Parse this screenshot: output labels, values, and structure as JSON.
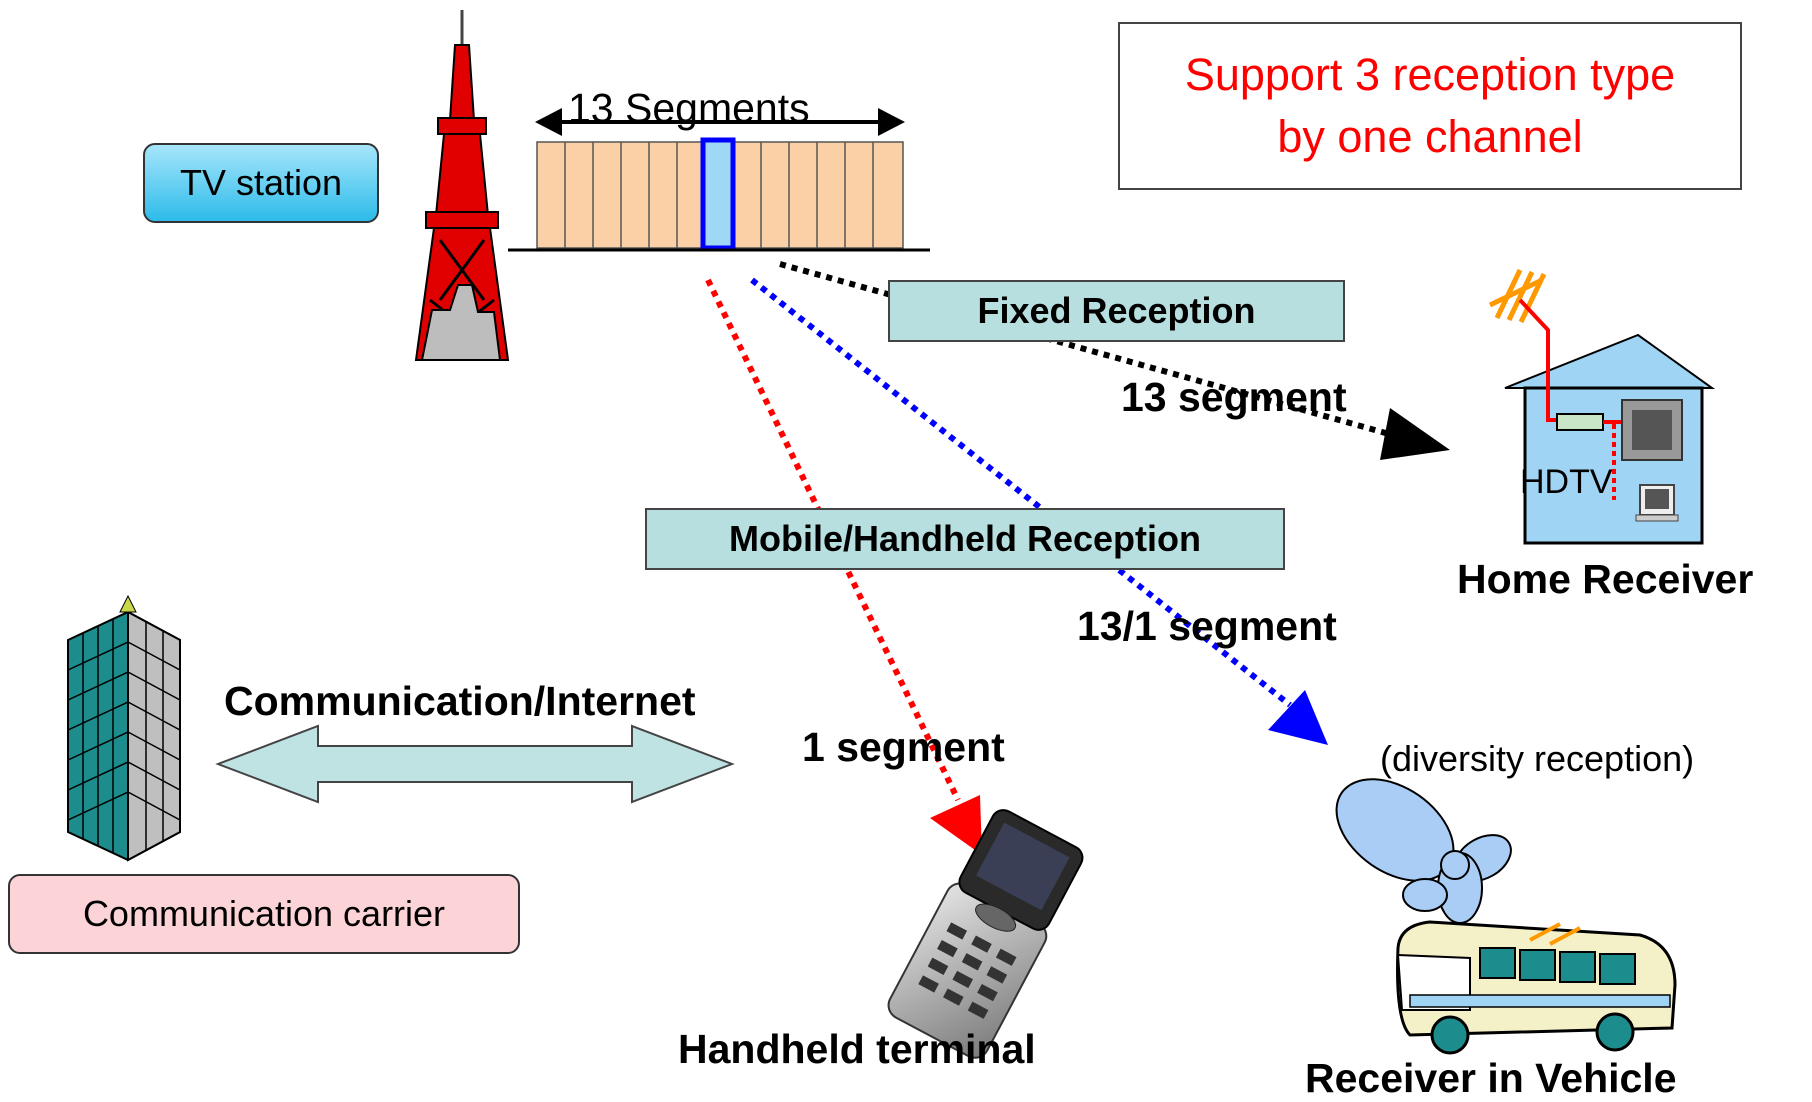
{
  "callout": {
    "line1": "Support 3 reception type",
    "line2": "by one channel"
  },
  "tv_station": {
    "label": "TV station"
  },
  "segments": {
    "label": "13 Segments"
  },
  "fixed_reception": {
    "label": "Fixed Reception"
  },
  "mobile_reception": {
    "label": "Mobile/Handheld Reception"
  },
  "seg13": {
    "label": "13 segment"
  },
  "seg13_1": {
    "label": "13/1 segment"
  },
  "seg1": {
    "label": "1 segment"
  },
  "comm_internet": {
    "label": "Communication/Internet"
  },
  "carrier": {
    "label": "Communication carrier"
  },
  "hdtv": {
    "label": "HDTV"
  },
  "home_receiver": {
    "label": "Home Receiver"
  },
  "diversity": {
    "label": "(diversity reception)"
  },
  "handheld_terminal": {
    "label": "Handheld terminal"
  },
  "vehicle_receiver": {
    "label": "Receiver in Vehicle"
  },
  "colors": {
    "red": "#ff0000",
    "blue": "#0000ff",
    "teal_box": "#b7dfe0",
    "segment_fill": "#fbd0a7",
    "carrier_fill": "#fcd3d6",
    "tv_fill": "#66d0f4"
  }
}
